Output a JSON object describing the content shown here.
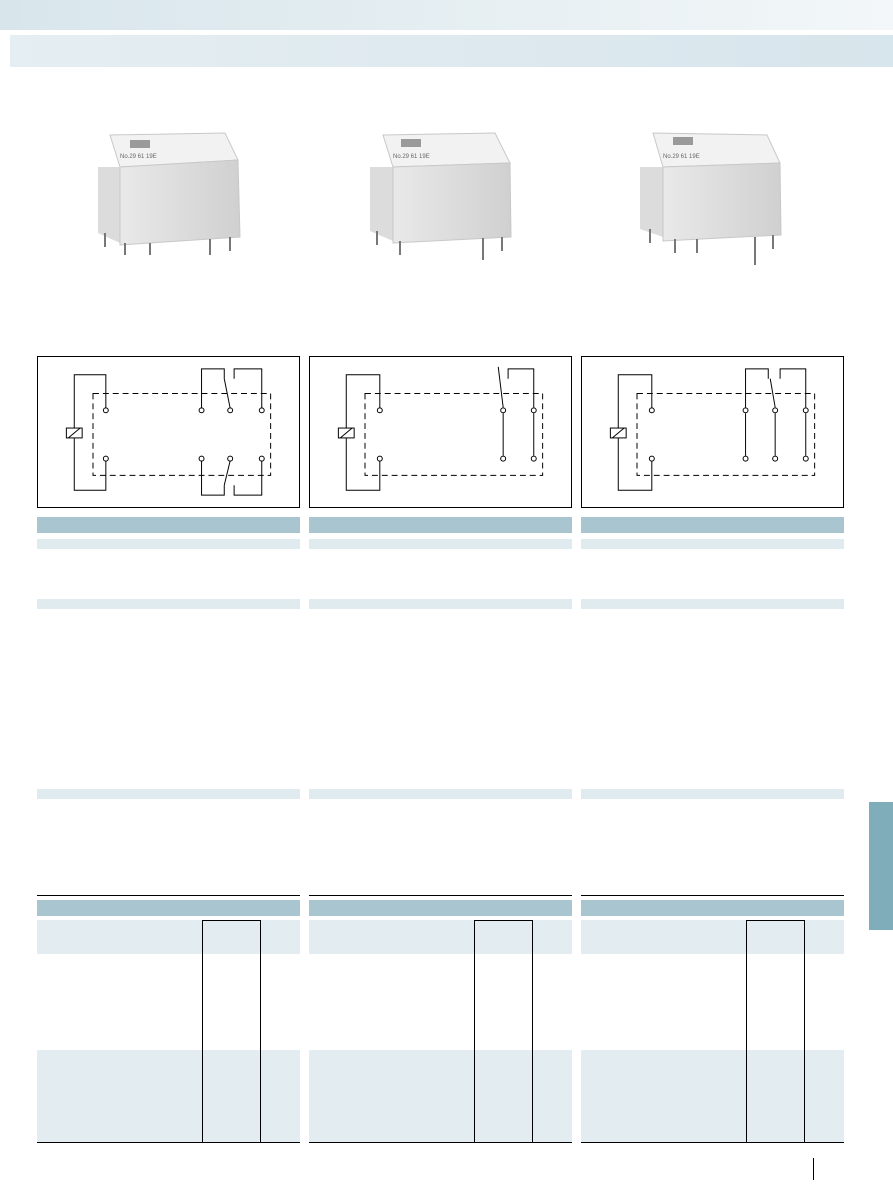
{
  "page": {
    "accent_color": "#a9c6d0",
    "light_band_color": "#e0ebef",
    "side_tab_color": "#7fadba"
  },
  "products": [
    {
      "photo": {
        "icon": "relay-photo",
        "marking": "No.29 61 19E"
      },
      "diagram": {
        "icon": "circuit-diagram-2-changeover-contacts"
      }
    },
    {
      "photo": {
        "icon": "relay-photo",
        "marking": "No.29 61 19E"
      },
      "diagram": {
        "icon": "circuit-diagram-1-changeover-contact"
      }
    },
    {
      "photo": {
        "icon": "relay-photo",
        "marking": "No.29 61 19E"
      },
      "diagram": {
        "icon": "circuit-diagram-1-changeover-contact-multi-pin"
      }
    }
  ]
}
